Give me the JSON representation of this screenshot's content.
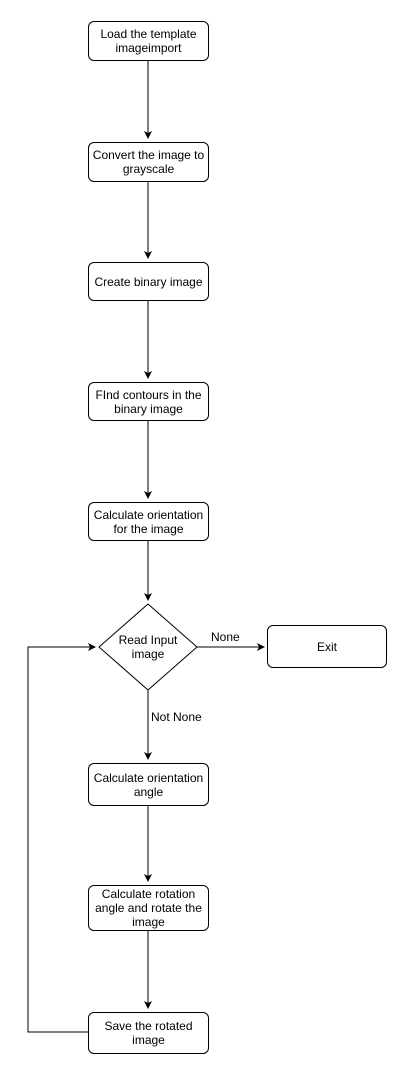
{
  "nodes": {
    "load": "Load the template\nimageimport",
    "gray": "Convert the image to\ngrayscale",
    "binary": "Create binary image",
    "contours": "FInd contours in the\nbinary image",
    "orientation": "Calculate orientation\nfor the image",
    "read_input": "Read Input\nimage",
    "exit": "Exit",
    "orient_angle": "Calculate orientation\nangle",
    "rotation": "Calculate rotation\nangle and rotate the\nimage",
    "save": "Save the rotated\nimage"
  },
  "edges": {
    "none": "None",
    "not_none": "Not None"
  },
  "colors": {
    "stroke": "#000000",
    "fill": "#ffffff"
  }
}
